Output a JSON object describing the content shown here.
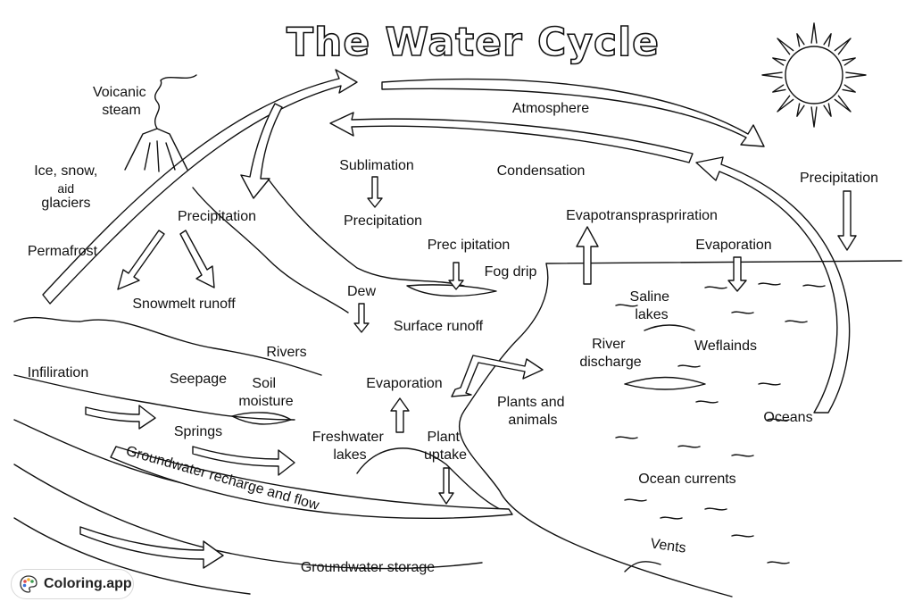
{
  "title": "The Water Cycle",
  "labels": {
    "volcanic_steam": [
      "Voicanic",
      "steam"
    ],
    "atmosphere": "Atmosphere",
    "ice_snow": [
      "Ice, snow,",
      "aid",
      "glaciers"
    ],
    "sublimation": "Sublimation",
    "condensation": "Condensation",
    "precipitation_right": "Precipitation",
    "precipitation_left": "Precipitation",
    "precipitation_center": "Precipitation",
    "evapotranspiration": "Evapotranspraspriration",
    "permafrost": "Permafrost",
    "precipitation_mid": "Prec ipitation",
    "evaporation_right": "Evaporation",
    "fog_drip": "Fog drip",
    "dew": "Dew",
    "snowmelt_runoff": "Snowmelt runoff",
    "saline_lakes": [
      "Saline",
      "lakes"
    ],
    "surface_runoff": "Surface runoff",
    "rivers": "Rivers",
    "river_discharge": [
      "River",
      "discharge"
    ],
    "wetlands": "Weflainds",
    "infiltration": "Infiliration",
    "seepage": "Seepage",
    "soil_moisture": [
      "Soil",
      "moisture"
    ],
    "evaporation_center": "Evaporation",
    "plants_animals": [
      "Plants and",
      "animals"
    ],
    "oceans": "Oceans",
    "springs": "Springs",
    "freshwater_lakes": [
      "Freshwater",
      "lakes"
    ],
    "plant_uptake": [
      "Plant",
      "uptake"
    ],
    "groundwater_recharge": "Groundwater recharge and flow",
    "ocean_currents": "Ocean currents",
    "vents": "Vents",
    "groundwater_storage": "Groundwater storage"
  },
  "brand": {
    "name": "Coloring.app",
    "icon": "palette-icon"
  }
}
